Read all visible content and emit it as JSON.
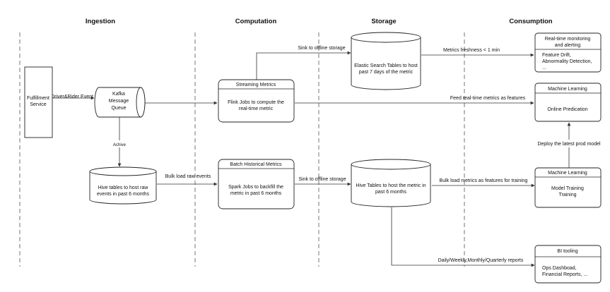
{
  "lanes": {
    "ingestion": "Ingestion",
    "computation": "Computation",
    "storage": "Storage",
    "consumption": "Consumption"
  },
  "nodes": {
    "fulfilment": [
      "Fulfillment",
      "Service"
    ],
    "kafka": [
      "Kafka",
      "Message",
      "Queue"
    ],
    "hive_raw": [
      "Hive tables to host raw",
      "events in past 6 months"
    ],
    "streaming": {
      "title": "Streaming Metrics",
      "body": [
        "Flink Jobs to compute the",
        "real-time metric"
      ]
    },
    "batch": {
      "title": "Batch Historical Metrics",
      "body": [
        "Spark Jobs to  backfill the",
        "metric in past 6 months"
      ]
    },
    "elastic": [
      "Elastic Search Tables to host",
      "past 7 days of the metric"
    ],
    "hive_metric": [
      "Hive Tables to host the metric in",
      "past 6 months"
    ],
    "monitoring": {
      "title": [
        "Real-time monitoring",
        "and alerting"
      ],
      "body": [
        "Feature Drift,",
        "Abnormality Detection,",
        "..."
      ]
    },
    "ml_online": {
      "title": "Machine Learning",
      "body": [
        "Online Predication"
      ]
    },
    "ml_training": {
      "title": "Machine Learning",
      "body": [
        "Model Training",
        "Training"
      ]
    },
    "bi": {
      "title": "BI tooling",
      "body": [
        "Ops Dashboad,",
        "Financial Reports, ..."
      ]
    }
  },
  "edges": {
    "driver_rider": "Driver&Rider Event",
    "achive": "Achive",
    "bulk_raw": "Bulk load raw events",
    "sink_top": "Sink to offline storage",
    "sink_bottom": "Sink to offline storage",
    "freshness": "Metrics freshness < 1 min",
    "feed_realtime": "Feed real-time metrics as features",
    "deploy": "Deploy the latest prod model",
    "bulk_training": "Bulk load metrics as features for training",
    "reports": "Daily/Weekly,Monthly/Quarterly reports"
  }
}
